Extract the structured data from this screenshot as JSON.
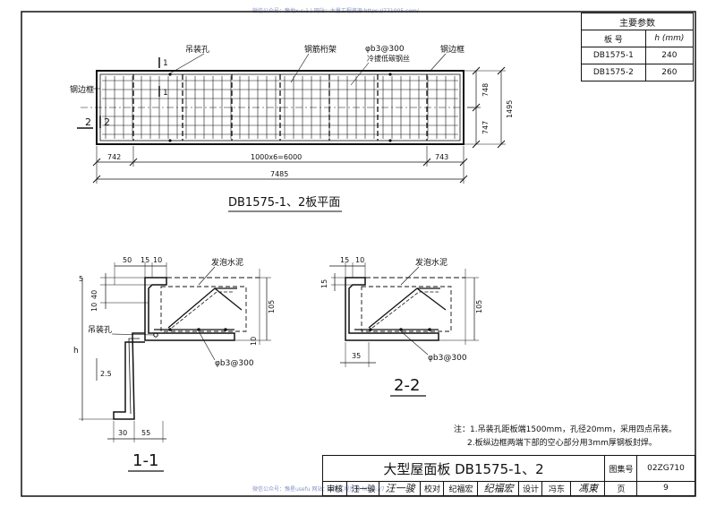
{
  "watermark_top": "微信公众号：豫地x-c-1 | 网站：大量工程资源 https://771005.com/",
  "watermark_bottom": "微信公众号：豫星usefu 网站：大量工程资源 https://7",
  "params_table": {
    "title": "主要参数",
    "col1": "板 号",
    "col2": "h (mm)",
    "rows": [
      {
        "id": "DB1575-1",
        "h": "240"
      },
      {
        "id": "DB1575-2",
        "h": "260"
      }
    ]
  },
  "plan": {
    "labels": {
      "hoist_hole": "吊装孔",
      "steel_truss": "钢筋桁架",
      "rebar_spec": "φb3@300",
      "cold_wire": "冷拔低碳钢丝",
      "steel_frame_right": "钢边框",
      "steel_frame_left": "钢边框"
    },
    "section_marks": {
      "s1_a": "1",
      "s1_b": "1",
      "s2_a": "2",
      "s2_b": "2"
    },
    "dims": {
      "d742": "742",
      "d6000": "1000x6=6000",
      "d743": "743",
      "d7485": "7485",
      "d748": "748",
      "d747": "747",
      "d1495": "1495"
    },
    "caption": "DB1575-1、2板平面"
  },
  "section1": {
    "dims": {
      "d50": "50",
      "d15": "15",
      "d10": "10",
      "d5": "5",
      "d40": "40",
      "d10b": "10",
      "d105": "105",
      "d10c": "10",
      "dh": "h",
      "d25": "2.5",
      "d30": "30",
      "d55": "55"
    },
    "labels": {
      "foam": "发泡水泥",
      "hoist": "吊装孔",
      "rebar": "φb3@300"
    },
    "caption": "1-1"
  },
  "section2": {
    "dims": {
      "d15": "15",
      "d10": "10",
      "d15b": "15",
      "d105": "105",
      "d35": "35"
    },
    "labels": {
      "foam": "发泡水泥",
      "rebar": "φb3@300"
    },
    "caption": "2-2"
  },
  "notes": {
    "n1": "注：1.吊装孔距板端1500mm，孔径20mm，采用四点吊装。",
    "n2": "2.板纵边框两端下部的空心部分用3mm厚钢板封焊。"
  },
  "title_block": {
    "title": "大型屋面板  DB1575-1、2",
    "atlas_label": "图集号",
    "atlas_no": "02ZG710",
    "review_label": "审核",
    "reviewer": "汪一骏",
    "reviewer_sig": "汪一骏",
    "check_label": "校对",
    "checker": "纪福宏",
    "checker_sig": "纪福宏",
    "design_label": "设计",
    "designer": "冯东",
    "designer_sig": "馮東",
    "page_label": "页",
    "page_no": "9"
  }
}
